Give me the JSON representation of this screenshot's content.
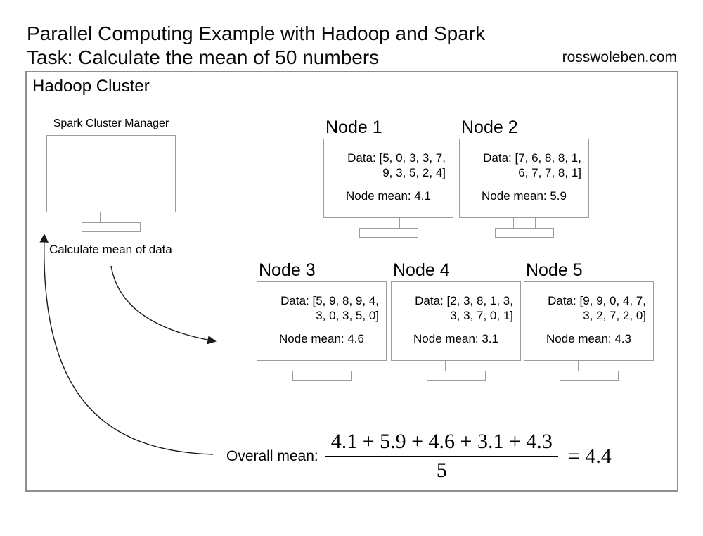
{
  "header": {
    "title_line1": "Parallel Computing Example with Hadoop and Spark",
    "title_line2": "Task: Calculate the mean of 50 numbers",
    "site": "rosswoleben.com"
  },
  "cluster": {
    "label": "Hadoop Cluster",
    "manager": {
      "label": "Spark Cluster Manager",
      "instruction": "Calculate mean of data"
    },
    "nodes": [
      {
        "name": "Node 1",
        "data_line1": "Data: [5, 0, 3, 3, 7,",
        "data_line2": "9, 3, 5, 2, 4]",
        "mean": "Node mean: 4.1"
      },
      {
        "name": "Node 2",
        "data_line1": "Data: [7, 6, 8, 8, 1,",
        "data_line2": "6, 7, 7, 8, 1]",
        "mean": "Node mean: 5.9"
      },
      {
        "name": "Node 3",
        "data_line1": "Data: [5, 9, 8, 9, 4,",
        "data_line2": "3, 0, 3, 5, 0]",
        "mean": "Node mean: 4.6"
      },
      {
        "name": "Node 4",
        "data_line1": "Data: [2, 3, 8, 1, 3,",
        "data_line2": "3, 3, 7, 0, 1]",
        "mean": "Node mean: 3.1"
      },
      {
        "name": "Node 5",
        "data_line1": "Data: [9, 9, 0, 4, 7,",
        "data_line2": "3, 2, 7, 2, 0]",
        "mean": "Node mean: 4.3"
      }
    ],
    "overall": {
      "label": "Overall mean:",
      "numerator": "4.1 + 5.9 + 4.6 + 3.1 + 4.3",
      "denominator": "5",
      "result": "= 4.4"
    }
  },
  "colors": {
    "background": "#ffffff",
    "text": "#000000",
    "outer_border": "#8e8e8e",
    "monitor_border": "#9c9c9c",
    "arrow": "#1a1a1a"
  }
}
